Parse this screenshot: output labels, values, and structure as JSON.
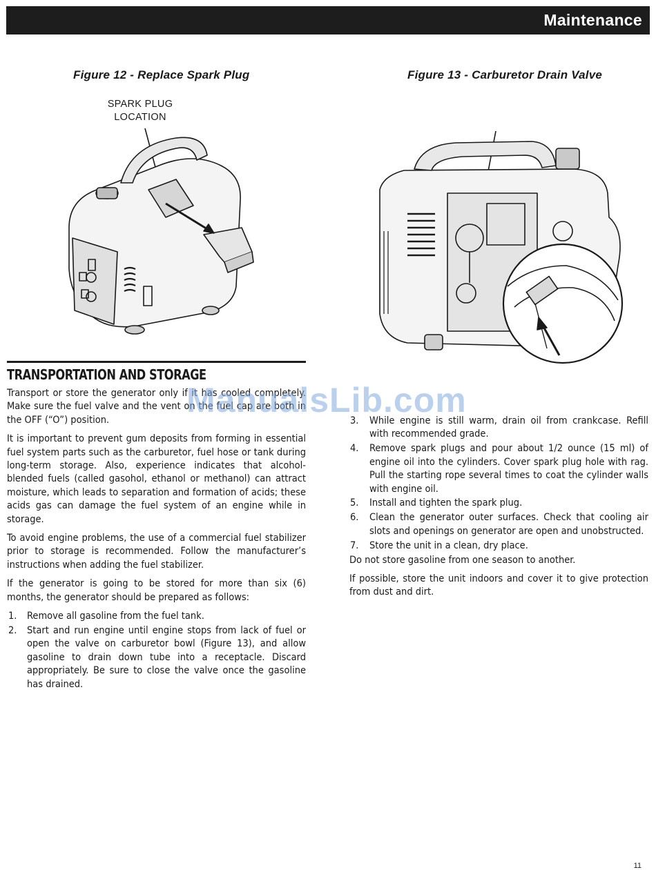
{
  "header": {
    "title": "Maintenance"
  },
  "figures": [
    {
      "caption": "Figure 12 - Replace Spark Plug",
      "label": "SPARK PLUG\nLOCATION"
    },
    {
      "caption": "Figure 13 - Carburetor Drain Valve"
    }
  ],
  "section": {
    "heading": "TRANSPORTATION AND STORAGE",
    "left_paragraphs": [
      "Transport or store the generator only if it has cooled completely. Make sure the fuel valve and the vent on the fuel cap are both in the OFF (“O”) position.",
      "It is important to prevent gum deposits from forming in essential fuel system parts such as the carburetor, fuel hose or tank during long-term storage. Also, experience indicates that alcohol-blended fuels (called gasohol, ethanol or methanol) can attract moisture, which leads to separation and formation of acids; these acids gas can damage the fuel system of an engine while in storage.",
      "To avoid engine problems, the use of a commercial fuel stabilizer prior to storage is recommended.  Follow the manufacturer’s instructions when adding the fuel stabilizer.",
      "If the generator is going to be stored for more than six (6) months, the generator should be prepared as follows:"
    ],
    "left_steps": [
      {
        "num": "1.",
        "text": "Remove all gasoline from the fuel tank."
      },
      {
        "num": "2.",
        "text": "Start and run engine until engine stops from lack of fuel or open the valve on carburetor bowl (Figure 13), and allow gasoline to drain down tube into a receptacle. Discard appropriately. Be sure to close the valve once the gasoline has drained."
      }
    ],
    "right_steps": [
      {
        "num": "3.",
        "text": "While engine is still warm, drain oil from crankcase. Refill with recommended grade."
      },
      {
        "num": "4.",
        "text": "Remove spark plugs and pour about 1/2 ounce (15 ml) of engine oil into the cylinders. Cover spark plug hole with rag. Pull the starting rope several times to coat the cylinder walls with engine oil."
      },
      {
        "num": "5.",
        "text": "Install and tighten the spark plug."
      },
      {
        "num": "6.",
        "text": "Clean the generator outer surfaces. Check that cooling air slots and openings on generator are open and unobstructed."
      },
      {
        "num": "7.",
        "text": "Store the unit in a clean, dry place."
      }
    ],
    "right_paragraphs": [
      "Do not store gasoline from one season to another.",
      "If possible, store the unit indoors and cover it to give protection from dust and dirt."
    ]
  },
  "page_number": "11",
  "watermark": "ManualsLib.com"
}
